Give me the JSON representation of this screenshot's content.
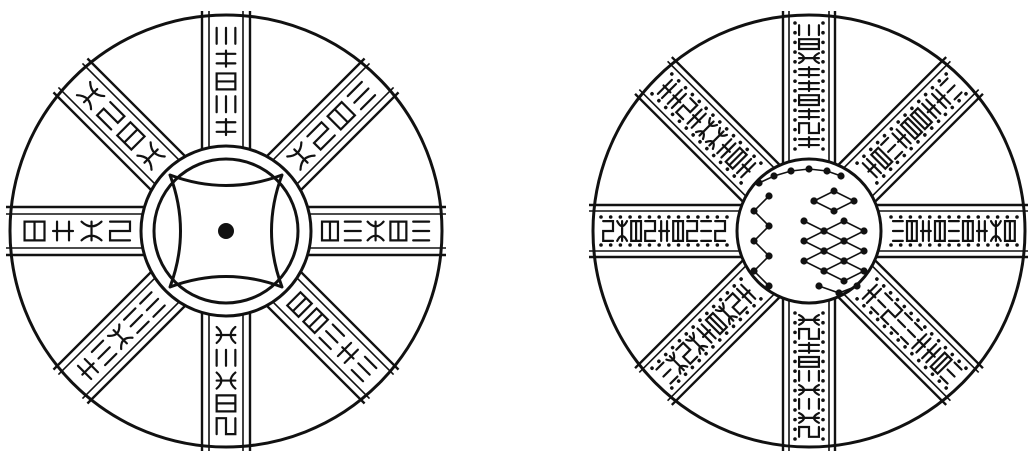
{
  "figure": {
    "background": "#ffffff",
    "ink_color": "#111111",
    "diagrams": [
      {
        "id": "left-wheel",
        "arm_count": 8,
        "center_motif": "square-coin-with-central-dot"
      },
      {
        "id": "right-wheel",
        "arm_count": 8,
        "center_motif": "connected-dot-constellations"
      }
    ]
  }
}
